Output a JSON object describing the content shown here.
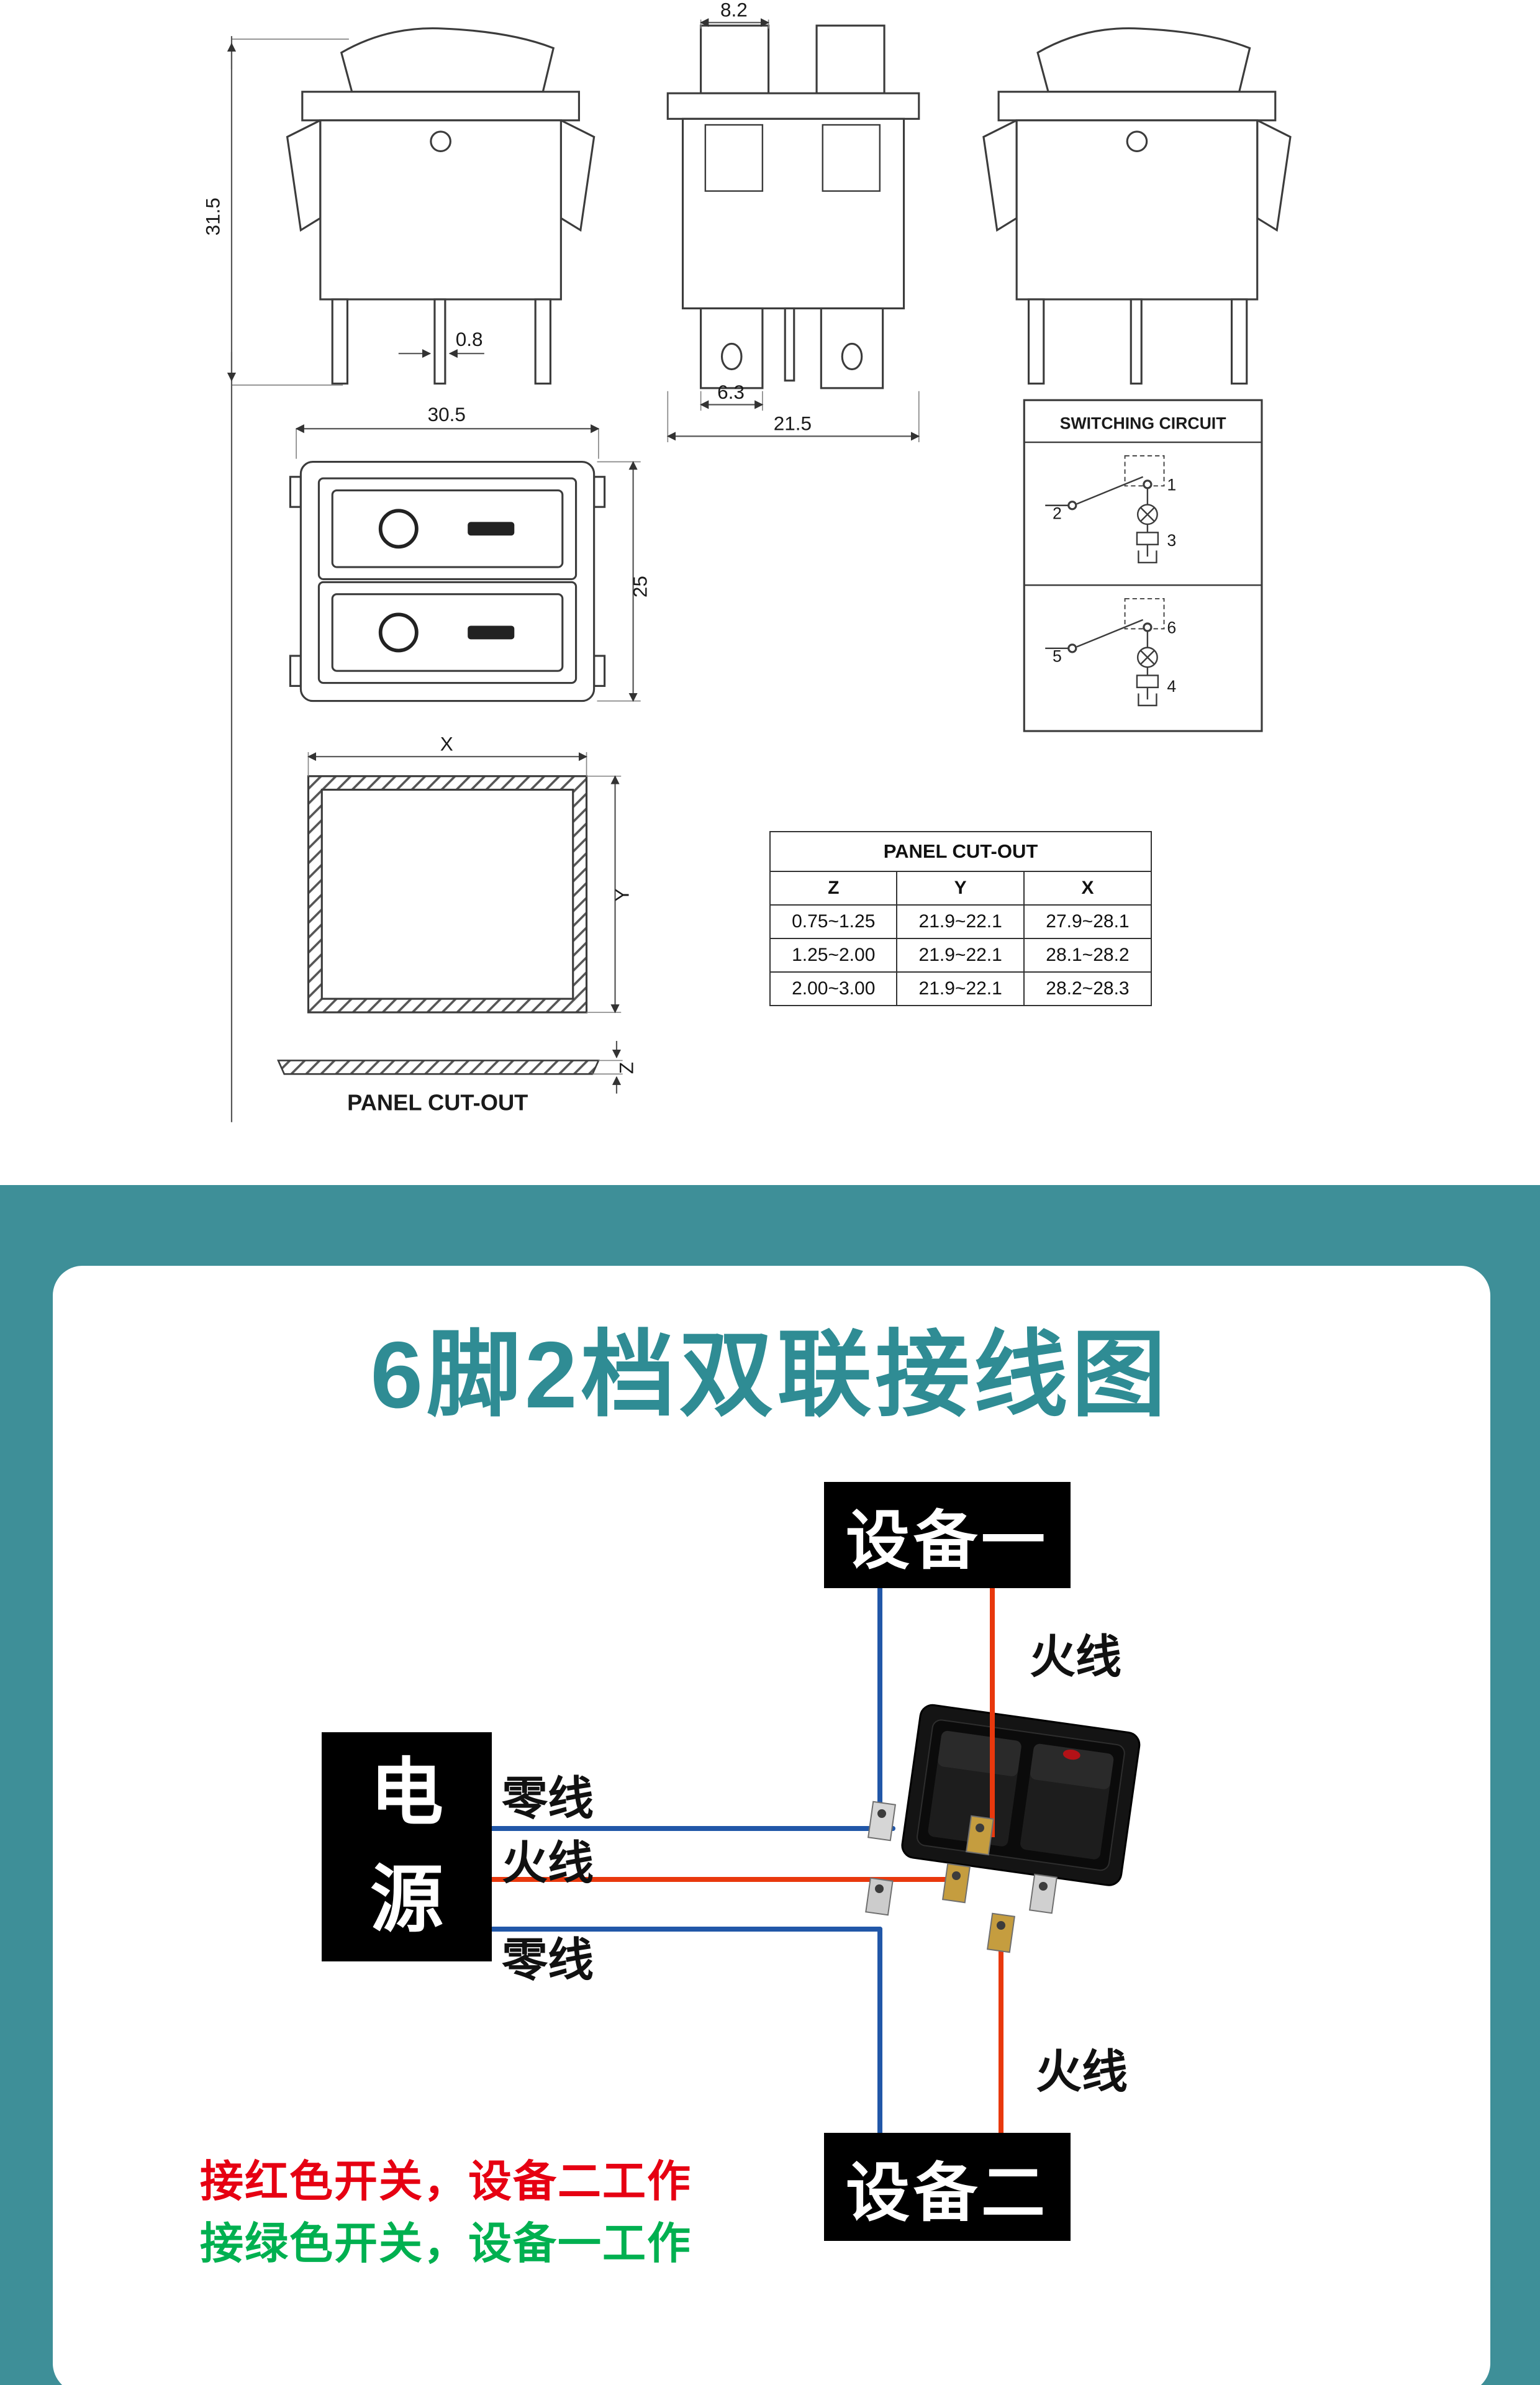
{
  "colors": {
    "teal_background": "#3E8F98",
    "title_teal": "#2F8C94",
    "note_red": "#E60012",
    "note_green": "#00B050",
    "wire_red": "#E8380D",
    "wire_blue": "#2157A8",
    "label_box_black": "#000000"
  },
  "drawings": {
    "dims": {
      "height": "31.5",
      "terminal_thickness": "0.8",
      "width": "30.5",
      "cap_width": "8.2",
      "tab_width": "6.3",
      "depth": "21.5",
      "face_height": "25",
      "x": "X",
      "y": "Y",
      "z": "Z"
    },
    "caption": "PANEL CUT-OUT",
    "circuit": {
      "title": "SWITCHING CIRCUIT",
      "pins": [
        "2",
        "1",
        "3",
        "5",
        "6",
        "4"
      ]
    },
    "table": {
      "title": "PANEL CUT-OUT",
      "headers": [
        "Z",
        "Y",
        "X"
      ],
      "rows": [
        [
          "0.75~1.25",
          "21.9~22.1",
          "27.9~28.1"
        ],
        [
          "1.25~2.00",
          "21.9~22.1",
          "28.1~28.2"
        ],
        [
          "2.00~3.00",
          "21.9~22.1",
          "28.2~28.3"
        ]
      ]
    }
  },
  "wiring": {
    "title": "6脚2档双联接线图",
    "device_top": "设备一",
    "device_bottom": "设备二",
    "power": "电源",
    "live": "火线",
    "neutral": "零线",
    "note_red": "接红色开关，设备二工作",
    "note_green": "接绿色开关，设备一工作"
  }
}
